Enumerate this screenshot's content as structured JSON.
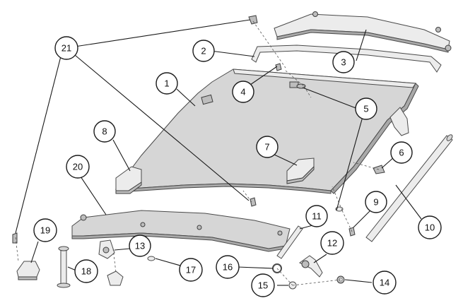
{
  "diagram": {
    "callouts": [
      {
        "id": "1",
        "label": "1"
      },
      {
        "id": "2",
        "label": "2"
      },
      {
        "id": "3",
        "label": "3"
      },
      {
        "id": "4",
        "label": "4"
      },
      {
        "id": "5",
        "label": "5"
      },
      {
        "id": "6",
        "label": "6"
      },
      {
        "id": "7",
        "label": "7"
      },
      {
        "id": "8",
        "label": "8"
      },
      {
        "id": "9",
        "label": "9"
      },
      {
        "id": "10",
        "label": "10"
      },
      {
        "id": "11",
        "label": "11"
      },
      {
        "id": "12",
        "label": "12"
      },
      {
        "id": "13",
        "label": "13"
      },
      {
        "id": "14",
        "label": "14"
      },
      {
        "id": "15",
        "label": "15"
      },
      {
        "id": "16",
        "label": "16"
      },
      {
        "id": "17",
        "label": "17"
      },
      {
        "id": "18",
        "label": "18"
      },
      {
        "id": "19",
        "label": "19"
      },
      {
        "id": "20",
        "label": "20"
      },
      {
        "id": "21",
        "label": "21"
      }
    ],
    "colors": {
      "part_fill": "#d6d6d6",
      "part_stroke": "#4a4a4a",
      "leader": "#1a1a1a",
      "background": "#ffffff"
    }
  }
}
